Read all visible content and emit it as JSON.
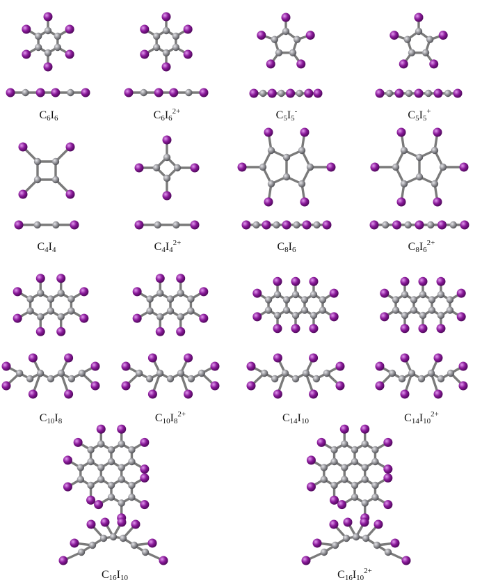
{
  "colors": {
    "carbon": "#8e8e93",
    "iodine": "#8a1a9a",
    "bond": "#7a7a7a"
  },
  "molecules": [
    {
      "id": "c6i6",
      "formula": "C6I6",
      "C": "6",
      "I": "6",
      "charge": ""
    },
    {
      "id": "c6i6-2",
      "formula": "C6I6 2+",
      "C": "6",
      "I": "6",
      "charge": "2+"
    },
    {
      "id": "c5i5-",
      "formula": "C5I5 -",
      "C": "5",
      "I": "5",
      "charge": "-"
    },
    {
      "id": "c5i5+",
      "formula": "C5I5 +",
      "C": "5",
      "I": "5",
      "charge": "+"
    },
    {
      "id": "c4i4",
      "formula": "C4I4",
      "C": "4",
      "I": "4",
      "charge": ""
    },
    {
      "id": "c4i4-2",
      "formula": "C4I4 2+",
      "C": "4",
      "I": "4",
      "charge": "2+"
    },
    {
      "id": "c8i6",
      "formula": "C8I6",
      "C": "8",
      "I": "6",
      "charge": ""
    },
    {
      "id": "c8i6-2",
      "formula": "C8I6 2+",
      "C": "8",
      "I": "6",
      "charge": "2+"
    },
    {
      "id": "c10i8",
      "formula": "C10I8",
      "C": "10",
      "I": "8",
      "charge": ""
    },
    {
      "id": "c10i8-2",
      "formula": "C10I8 2+",
      "C": "10",
      "I": "8",
      "charge": "2+"
    },
    {
      "id": "c14i10",
      "formula": "C14I10",
      "C": "14",
      "I": "10",
      "charge": ""
    },
    {
      "id": "c14i10-2",
      "formula": "C14I10 2+",
      "C": "14",
      "I": "10",
      "charge": "2+"
    },
    {
      "id": "c16i10",
      "formula": "C16I10",
      "C": "16",
      "I": "10",
      "charge": ""
    },
    {
      "id": "c16i10-2",
      "formula": "C16I10 2+",
      "C": "16",
      "I": "10",
      "charge": "2+"
    }
  ]
}
